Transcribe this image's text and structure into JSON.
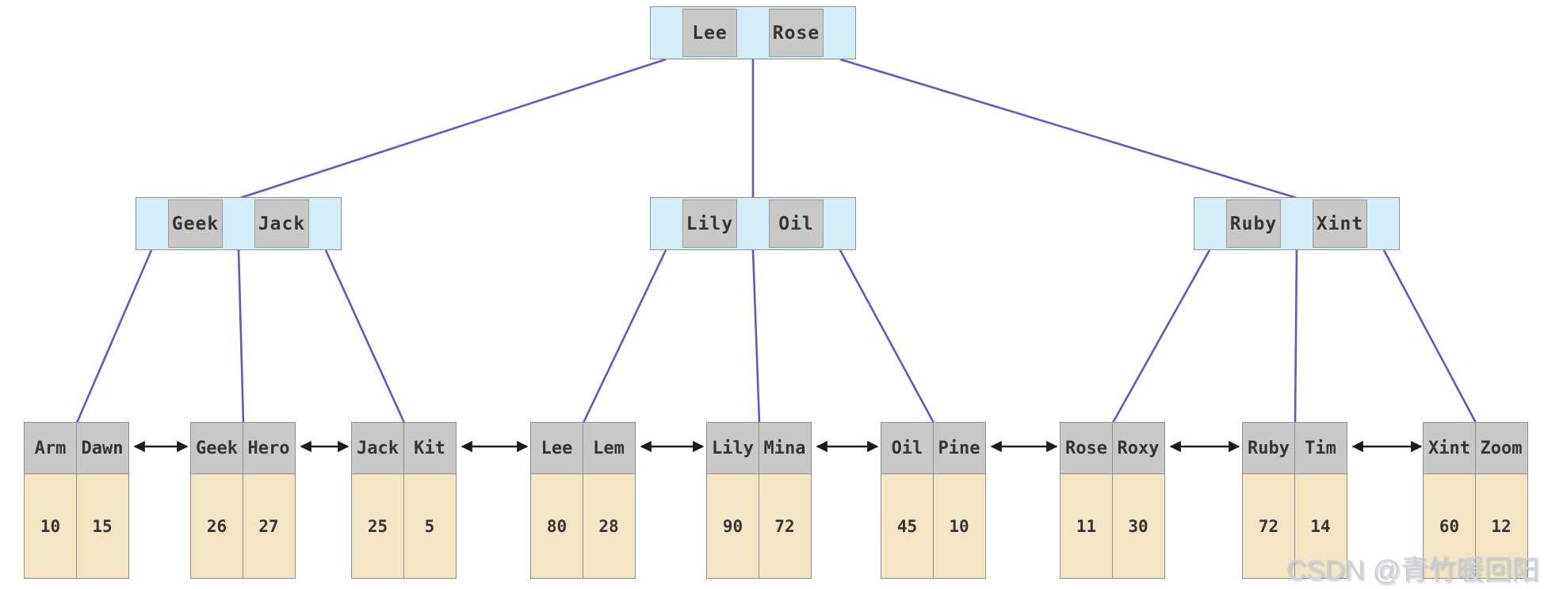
{
  "tree": {
    "root": {
      "keys": [
        "Lee",
        "Rose"
      ]
    },
    "internal": [
      {
        "keys": [
          "Geek",
          "Jack"
        ]
      },
      {
        "keys": [
          "Lily",
          "Oil"
        ]
      },
      {
        "keys": [
          "Ruby",
          "Xint"
        ]
      }
    ],
    "leaves": [
      {
        "entries": [
          {
            "name": "Arm",
            "value": "10"
          },
          {
            "name": "Dawn",
            "value": "15"
          }
        ]
      },
      {
        "entries": [
          {
            "name": "Geek",
            "value": "26"
          },
          {
            "name": "Hero",
            "value": "27"
          }
        ]
      },
      {
        "entries": [
          {
            "name": "Jack",
            "value": "25"
          },
          {
            "name": "Kit",
            "value": "5"
          }
        ]
      },
      {
        "entries": [
          {
            "name": "Lee",
            "value": "80"
          },
          {
            "name": "Lem",
            "value": "28"
          }
        ]
      },
      {
        "entries": [
          {
            "name": "Lily",
            "value": "90"
          },
          {
            "name": "Mina",
            "value": "72"
          }
        ]
      },
      {
        "entries": [
          {
            "name": "Oil",
            "value": "45"
          },
          {
            "name": "Pine",
            "value": "10"
          }
        ]
      },
      {
        "entries": [
          {
            "name": "Rose",
            "value": "11"
          },
          {
            "name": "Roxy",
            "value": "30"
          }
        ]
      },
      {
        "entries": [
          {
            "name": "Ruby",
            "value": "72"
          },
          {
            "name": "Tim",
            "value": "14"
          }
        ]
      },
      {
        "entries": [
          {
            "name": "Xint",
            "value": "60"
          },
          {
            "name": "Zoom",
            "value": "12"
          }
        ]
      }
    ]
  },
  "watermark": "CSDN @青竹暖回阳",
  "colors": {
    "pointer_cell": "#d3ecf5",
    "key_cell": "#c9c8c6",
    "leaf_header": "#c9c8c6",
    "leaf_body": "#f1e6c1",
    "edge": "#6158c4",
    "arrow": "#1c1c1c",
    "border": "#8f8f8f",
    "text": "#353535",
    "watermark": "#ccd1d9"
  }
}
